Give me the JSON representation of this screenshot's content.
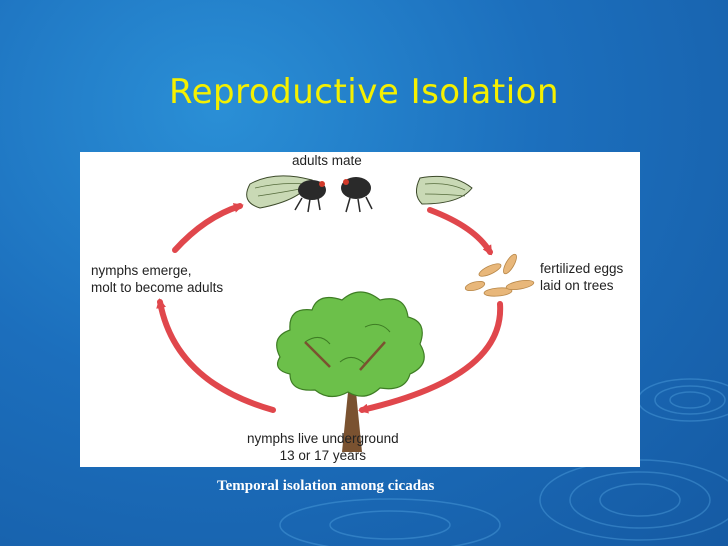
{
  "slide": {
    "title": "Reproductive Isolation",
    "caption": "Temporal isolation among cicadas"
  },
  "diagram": {
    "labels": {
      "adults_mate": "adults mate",
      "eggs_line1": "fertilized eggs",
      "eggs_line2": "laid on trees",
      "underground_line1": "nymphs live underground",
      "underground_line2": "13 or 17 years",
      "emerge_line1": "nymphs emerge,",
      "emerge_line2": "molt to become adults"
    }
  },
  "colors": {
    "background": "#1c6fbd",
    "title": "#f5f000",
    "arrow": "#e0474c",
    "tree_foliage": "#6cc04a",
    "egg": "#e8b77a"
  }
}
